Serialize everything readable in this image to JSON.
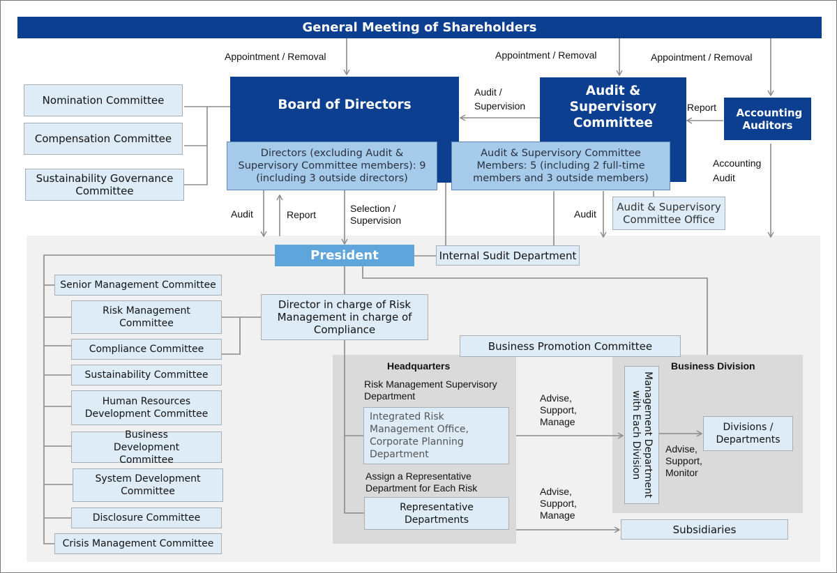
{
  "top": {
    "shareholders": "General Meeting of Shareholders"
  },
  "governance": {
    "board": "Board of Directors",
    "board_members": "Directors (excluding Audit & Supervisory Committee members): 9 (including 3 outside directors)",
    "audit_committee": "Audit & Supervisory Committee",
    "audit_members": "Audit & Supervisory Committee Members: 5 (including 2 full-time members and 3 outside members)",
    "accounting_auditors": "Accounting Auditors",
    "audit_office": "Audit & Supervisory Committee Office",
    "board_committees": [
      "Nomination Committee",
      "Compensation Committee",
      "Sustainability Governance Committee"
    ]
  },
  "labels": {
    "appointment_1": "Appointment / Removal",
    "appointment_2": "Appointment / Removal",
    "appointment_3": "Appointment / Removal",
    "audit_supervision": "Audit / Supervision",
    "report_1": "Report",
    "accounting_audit": "Accounting Audit",
    "audit_1": "Audit",
    "report_2": "Report",
    "selection_supervision": "Selection / Supervision",
    "audit_2": "Audit",
    "advise_1": "Advise, Support, Manage",
    "advise_2": "Advise, Support, Manage",
    "advise_3": "Advise, Support, Monitor"
  },
  "execution": {
    "president": "President",
    "internal_audit": "Internal Sudit Department",
    "risk_director": "Director in charge of Risk Management in charge of Compliance",
    "business_promotion": "Business Promotion Committee",
    "committees": [
      "Senior Management Committee",
      "Risk Management Committee",
      "Compliance Committee",
      "Sustainability Committee",
      "Human Resources Development Committee",
      "Business Development Committee",
      "System Development Committee",
      "Disclosure Committee",
      "Crisis Management Committee"
    ]
  },
  "headquarters": {
    "title": "Headquarters",
    "supervisory_dept": "Risk Management Supervisory Department",
    "integrated_office": "Integrated Risk Management Office, Corporate Planning Department",
    "assign_note": "Assign a Representative Department for Each Risk",
    "representative_depts": "Representative Departments"
  },
  "business_division": {
    "title": "Business Division",
    "mgmt_dept": "Management Department with Each Division",
    "divisions": "Divisions / Departments"
  },
  "subsidiaries": "Subsidiaries"
}
